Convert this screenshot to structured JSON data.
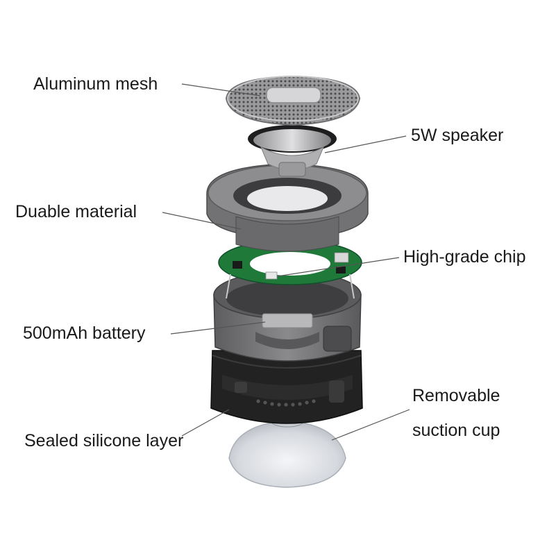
{
  "labels": {
    "aluminum_mesh": "Aluminum mesh",
    "speaker": "5W speaker",
    "material": "Duable material",
    "chip": "High-grade chip",
    "battery": "500mAh battery",
    "removable_line1": "Removable",
    "removable_line2": "suction cup",
    "silicone": "Sealed silicone layer"
  },
  "colors": {
    "background": "#ffffff",
    "label_text": "#1a1a1a",
    "leader_line": "#555555",
    "housing_gray": "#6f6f71",
    "housing_dark": "#4a4a4c",
    "mesh_silver": "#b9b9bb",
    "pcb_green": "#1f7a3a",
    "band_black": "#1e1e1f",
    "suction_clear": "#dcdfe3"
  }
}
